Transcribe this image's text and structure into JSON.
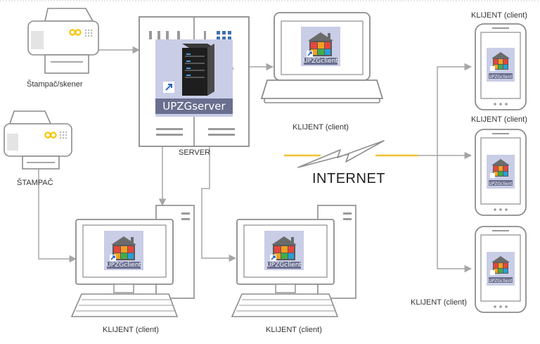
{
  "labels": {
    "printer_scanner": "Štampač/skener",
    "printer": "ŠTAMPAČ",
    "server": "SERVER",
    "internet": "INTERNET",
    "laptop_client": "KLIJENT (client)",
    "desktop_client_left": "KLIJENT (client)",
    "desktop_client_right": "KLIJENT (client)",
    "phone_client_top": "KLIJENT (client)",
    "phone_client_middle": "KLIJENT (client)",
    "phone_client_bottom": "KLIJENT (client)"
  },
  "icons": {
    "server_app": "UPZGserver",
    "client_app": "UPZGclient"
  },
  "colors": {
    "device_stroke": "#8c8c8c",
    "connector": "#a6a6a6",
    "internet_yellow": "#f2c12e",
    "printer_yellow": "#f7c400",
    "app_icon_bg": "#c9cde6"
  }
}
